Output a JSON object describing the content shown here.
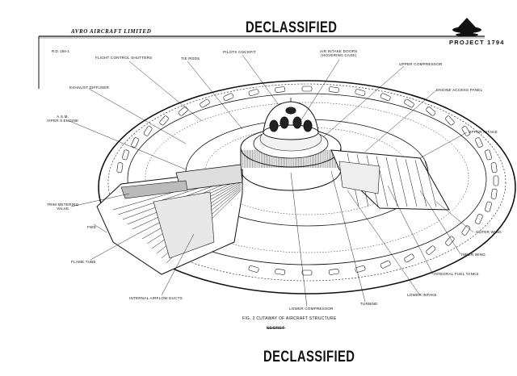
{
  "header": {
    "stamp_top": "DECLASSIFIED",
    "company": "AVRO AIRCRAFT LIMITED",
    "project": "PROJECT 1794",
    "doc_ref": "R.D. 194-1"
  },
  "labels": {
    "flight_control_shutters": "FLIGHT CONTROL SHUTTERS",
    "tie_rods": "TIE RODS",
    "pilots_cockpit": "PILOTS COCKPIT",
    "air_intake_doors": "AIR INTAKE DOORS\n(HOVERING CASE)",
    "upper_compressor": "UPPER COMPRESSOR",
    "exhaust_diffuser": "EXHAUST DIFFUSER",
    "engine_access_panel": "ENGINE ACCESS PANEL",
    "asm_viper_engine": "A.S.M.\nVIPER 8 ENGINE",
    "upper_intake": "UPPER INTAKE",
    "trim_metering_valve": "TRIM METERING\nVALVE",
    "fwd": "FWD",
    "outer_wing": "OUTER WING",
    "flame_tube": "FLAME TUBE",
    "inner_wing": "INNER WING",
    "integral_fuel_tanks": "INTEGRAL FUEL TANKS",
    "internal_airflow_ducts": "INTERNAL AIRFLOW DUCTS",
    "lower_intake": "LOWER INTAKE",
    "lower_compressor": "LOWER COMPRESSOR",
    "turbine": "TURBINE"
  },
  "footer": {
    "caption": "FIG. 2 CUTAWAY OF AIRCRAFT STRUCTURE",
    "classification": "SECRET",
    "stamp_bottom": "DECLASSIFIED"
  }
}
